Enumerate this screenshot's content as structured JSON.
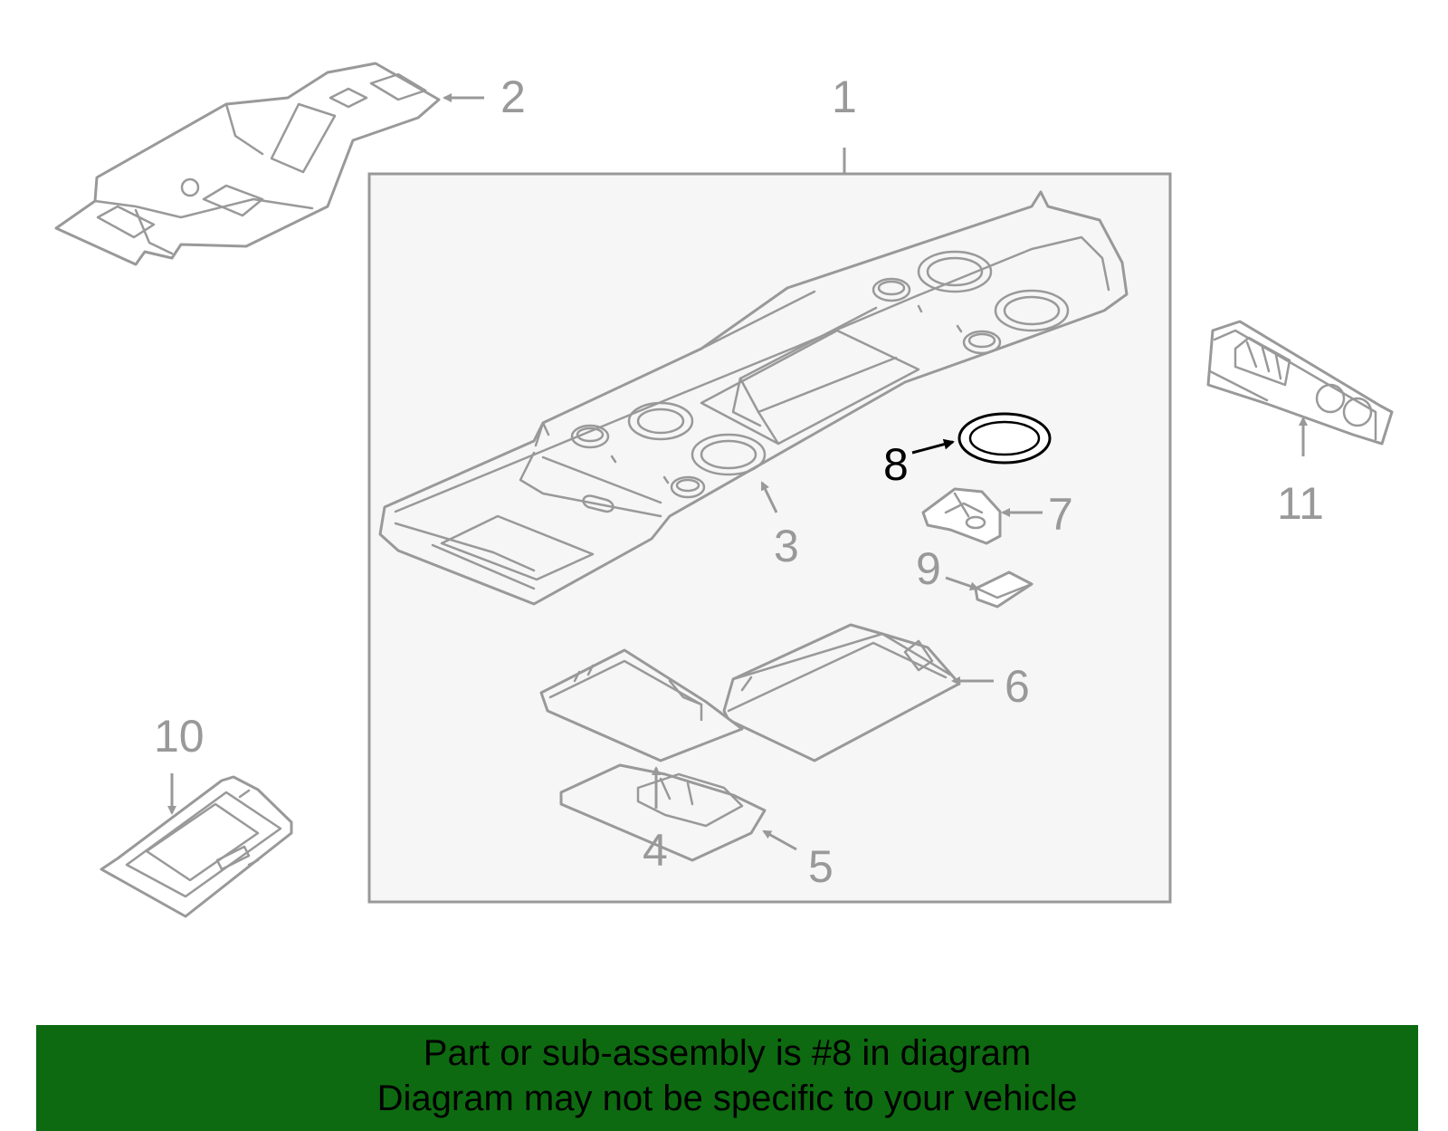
{
  "diagram": {
    "highlight_color": "#000000",
    "part_color": "#999999",
    "callouts": {
      "c1": "1",
      "c2": "2",
      "c3": "3",
      "c4": "4",
      "c5": "5",
      "c6": "6",
      "c7": "7",
      "c8": "8",
      "c9": "9",
      "c10": "10",
      "c11": "11"
    },
    "highlighted_part": "8"
  },
  "banner": {
    "line1": "Part or sub-assembly is #8 in diagram",
    "line2": "Diagram may not be specific to your vehicle",
    "background": "#0e6a10"
  }
}
